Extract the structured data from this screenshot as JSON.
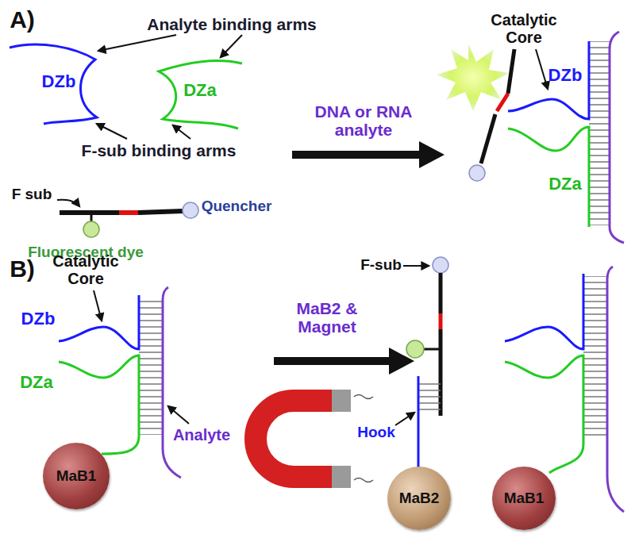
{
  "diagram": {
    "nodes": [
      {
        "text": [
          "MaB1"
        ]
      },
      {
        "text": [
          "MaB2"
        ]
      },
      {
        "text": [
          "MaB1"
        ]
      }
    ],
    "labels": [
      "A)",
      "Analyte binding arms",
      "DZb",
      "DZa",
      "F-sub binding arms",
      "F sub",
      "Quencher",
      "Fluorescent dye",
      "DNA or RNA analyte",
      "Catalytic Core",
      "DZb",
      "DZa",
      "B)",
      "Catalytic Core",
      "DZb",
      "DZa",
      "Analyte",
      "MaB2 & Magnet",
      "F-sub",
      "Hook"
    ]
  }
}
